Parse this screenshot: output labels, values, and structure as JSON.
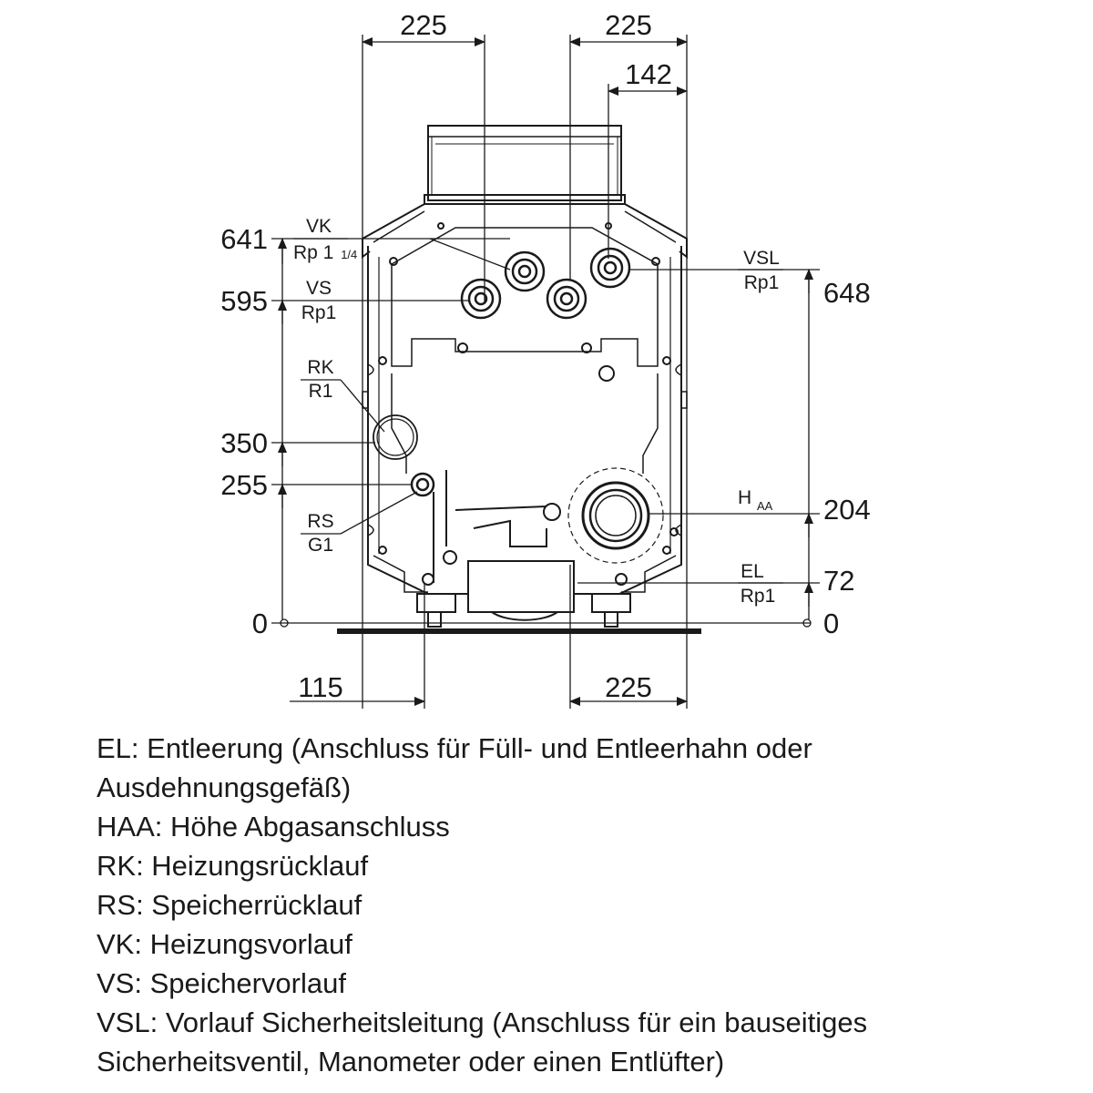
{
  "dimensions": {
    "top_left": "225",
    "top_right": "225",
    "top_right_inner": "142",
    "bottom_left": "115",
    "bottom_right": "225",
    "left_zero": "0",
    "right_zero": "0",
    "h_641": "641",
    "h_595": "595",
    "h_350": "350",
    "h_255": "255",
    "h_648": "648",
    "h_204": "204",
    "h_72": "72"
  },
  "labels": {
    "vk": {
      "name": "VK",
      "thread_main": "Rp 1",
      "thread_frac": "1/4"
    },
    "vs": {
      "name": "VS",
      "thread": "Rp1"
    },
    "rk": {
      "name": "RK",
      "thread": "R1"
    },
    "rs": {
      "name": "RS",
      "thread": "G1"
    },
    "vsl": {
      "name": "VSL",
      "thread": "Rp1"
    },
    "haa": {
      "main": "H",
      "sub": "AA"
    },
    "el": {
      "name": "EL",
      "thread": "Rp1"
    }
  },
  "legend": [
    "EL: Entleerung (Anschluss für Füll- und Entleerhahn oder Ausdehnungsgefäß)",
    "HAA: Höhe Abgasanschluss",
    "RK: Heizungsrücklauf",
    "RS: Speicherrücklauf",
    "VK: Heizungsvorlauf",
    "VS: Speichervorlauf",
    "VSL: Vorlauf Sicherheitsleitung (Anschluss für ein bauseitiges Sicherheitsventil, Manometer oder einen Entlüfter)"
  ]
}
